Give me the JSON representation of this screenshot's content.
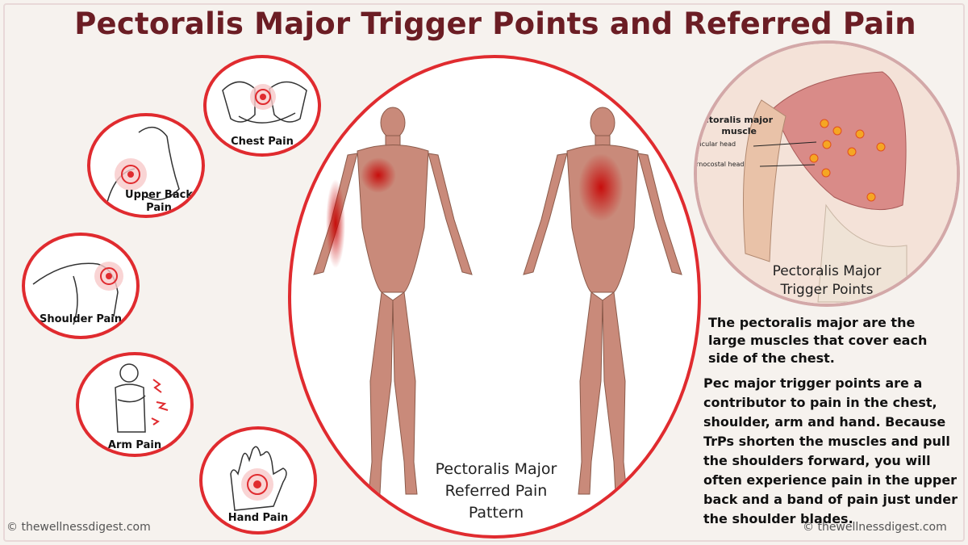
{
  "title": "Pectoralis Major Trigger Points and Referred Pain",
  "pain_circles": [
    {
      "label_line1": "Chest Pain",
      "label_line2": ""
    },
    {
      "label_line1": "Upper Back",
      "label_line2": "Pain"
    },
    {
      "label_line1": "Shoulder Pain",
      "label_line2": ""
    },
    {
      "label_line1": "Arm Pain",
      "label_line2": ""
    },
    {
      "label_line1": "Hand Pain",
      "label_line2": ""
    }
  ],
  "main_caption": {
    "line1": "Pectoralis Major",
    "line2": "Referred Pain",
    "line3": "Pattern"
  },
  "trigger_points": {
    "heading_line1": "Pectoralis major",
    "heading_line2": "muscle",
    "label_clavicular": "Clavicular head",
    "label_sternocostal": "Sternocostal head",
    "caption_line1": "Pectoralis Major",
    "caption_line2": "Trigger Points"
  },
  "description": {
    "para1": "The pectoralis major are the large muscles that cover each side of the chest.",
    "para2": "Pec major trigger points are a contributor to pain in the chest, shoulder, arm and hand. Because TrPs shorten the muscles and pull the shoulders forward, you will often experience  pain in the upper back and a band of pain just under the shoulder blades."
  },
  "copyright_left": "© thewellnessdigest.com",
  "copyright_right": "© thewellnessdigest.com",
  "colors": {
    "title": "#6b1d24",
    "accent": "#e02b2f",
    "muscle": "#c98a7a",
    "trigger": "#f5a623"
  }
}
